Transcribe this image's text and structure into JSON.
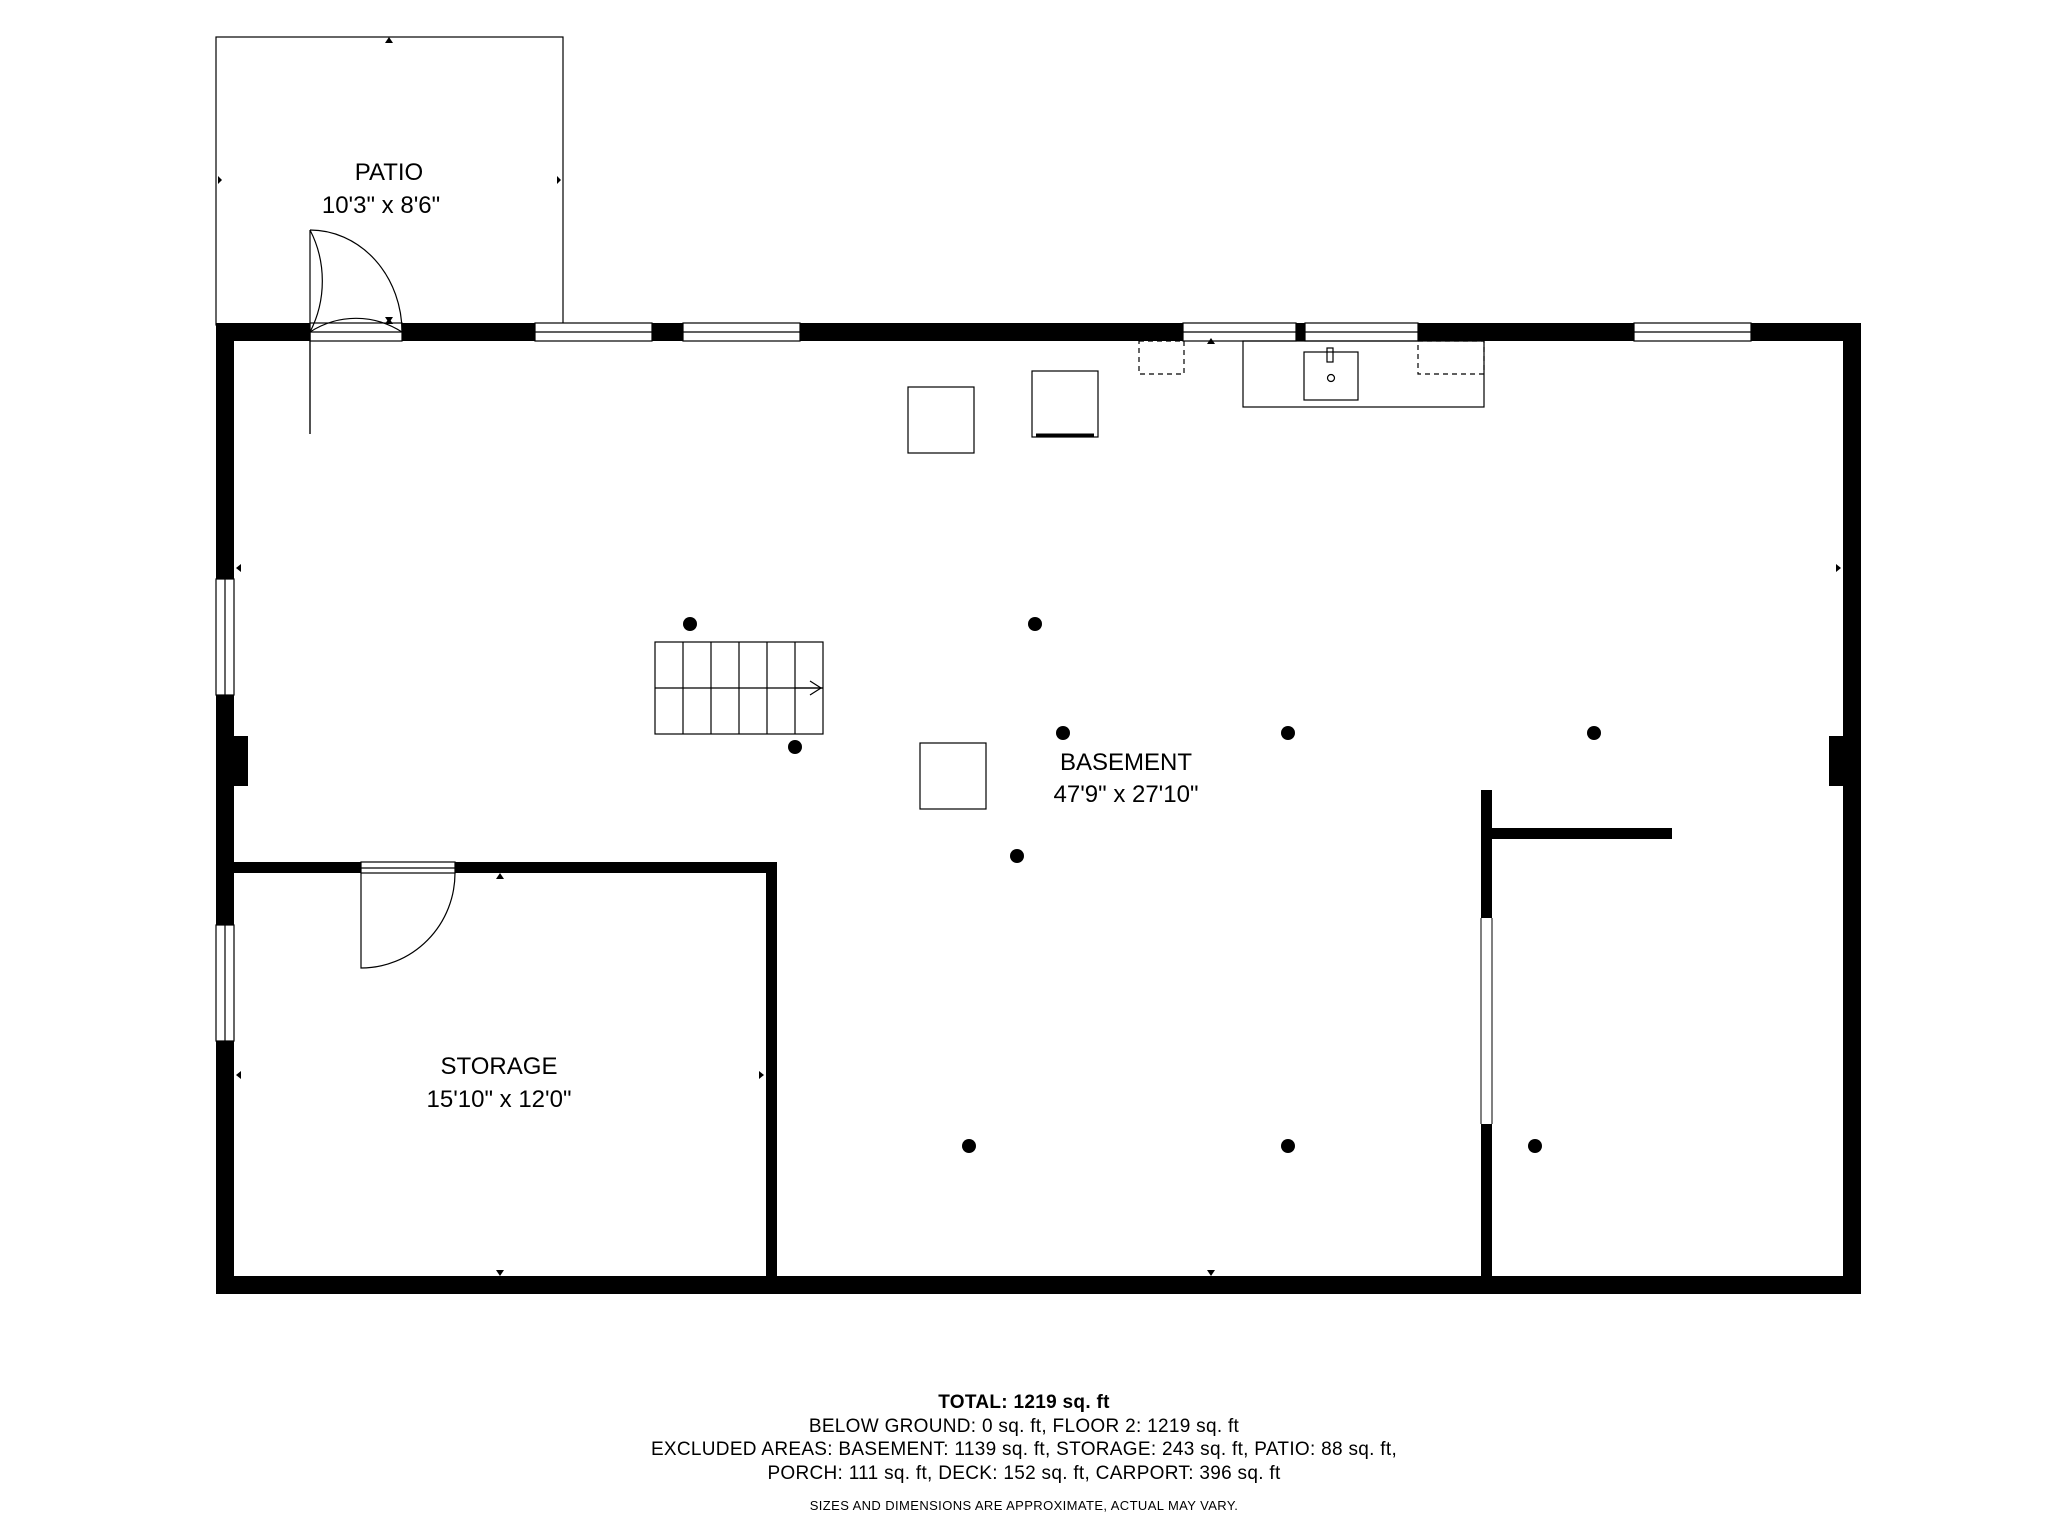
{
  "rooms": {
    "patio": {
      "name": "PATIO",
      "dimensions": "10'3\" x 8'6\""
    },
    "basement": {
      "name": "BASEMENT",
      "dimensions": "47'9\" x 27'10\""
    },
    "storage": {
      "name": "STORAGE",
      "dimensions": "15'10\" x 12'0\""
    }
  },
  "summary": {
    "total": "TOTAL: 1219 sq. ft",
    "below_ground": "BELOW GROUND: 0 sq. ft, FLOOR 2: 1219 sq. ft",
    "excluded_line1": "EXCLUDED AREAS: BASEMENT: 1139 sq. ft, STORAGE: 243 sq. ft, PATIO: 88 sq. ft,",
    "excluded_line2": "PORCH: 111 sq. ft, DECK: 152 sq. ft, CARPORT: 396 sq. ft",
    "disclaimer": "SIZES AND DIMENSIONS ARE APPROXIMATE, ACTUAL MAY VARY."
  },
  "colors": {
    "wall": "#000000",
    "background": "#ffffff",
    "opening": "#ffffff"
  }
}
